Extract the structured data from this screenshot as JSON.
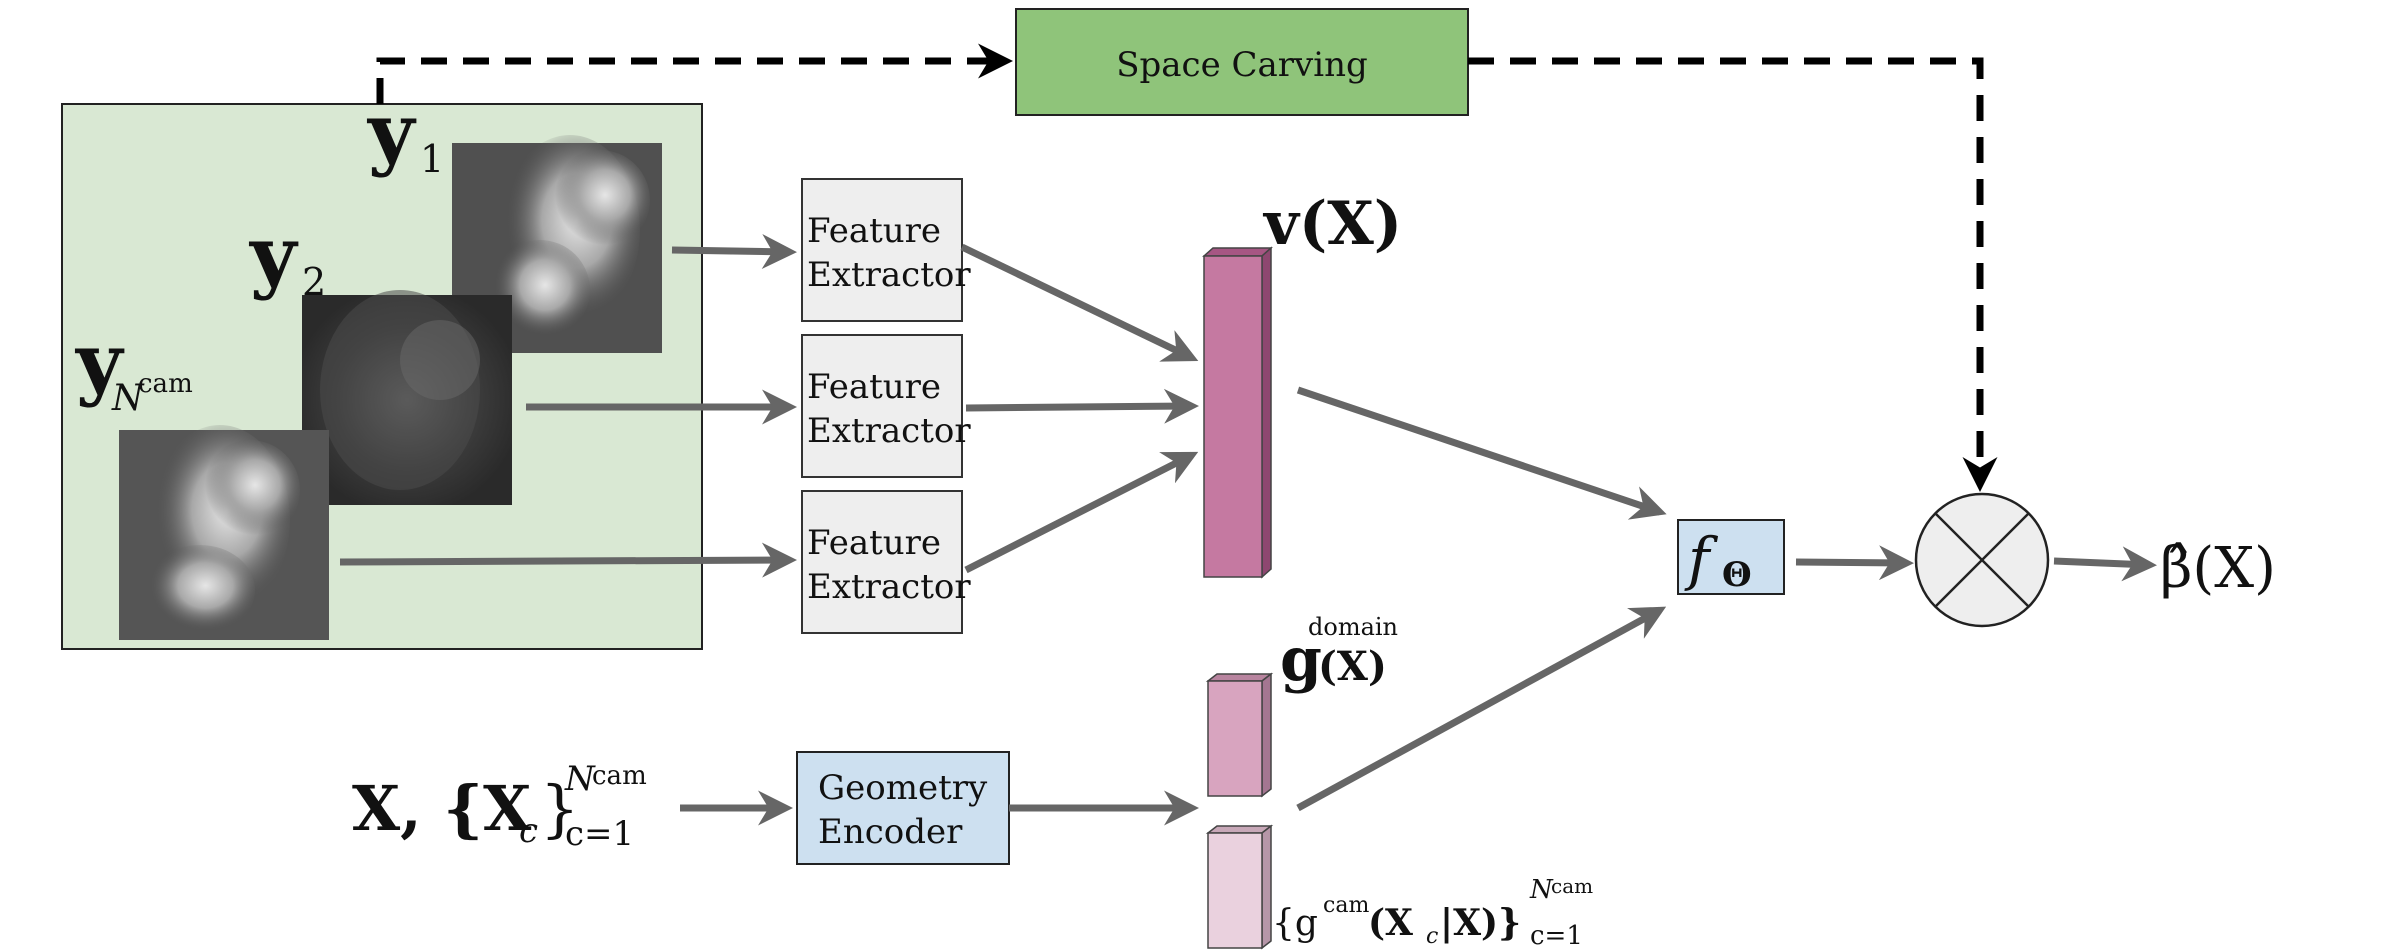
{
  "colors": {
    "input_panel_fill": "#d9e8d3",
    "space_carving_fill": "#8fc47a",
    "feature_box_fill": "#eeeeee",
    "geometry_box_fill": "#cde0f0",
    "f_box_fill": "#cde0f0",
    "v_bar_fill": "#c579a1",
    "g_domain_bar_fill": "#d8a4bf",
    "g_cam_bar_fill": "#ead1de",
    "arrow_color": "#666666",
    "dashed_color": "#000000"
  },
  "space_carving": {
    "label": "Space Carving"
  },
  "feature_extractors": [
    {
      "line1": "Feature",
      "line2": "Extractor"
    },
    {
      "line1": "Feature",
      "line2": "Extractor"
    },
    {
      "line1": "Feature",
      "line2": "Extractor"
    }
  ],
  "geometry_encoder": {
    "line1": "Geometry",
    "line2": "Encoder"
  },
  "inputs": {
    "y1": {
      "main": "y",
      "sub": "1"
    },
    "y2": {
      "main": "y",
      "sub": "2"
    },
    "yN": {
      "main": "y",
      "sub": "N",
      "sup": "cam"
    }
  },
  "geometry_input": {
    "lead": "X, {X",
    "sub_c": "c",
    "brace": "}",
    "sup": "N",
    "sup_cam": "cam",
    "lower": "c=1"
  },
  "v_label": "v(X)",
  "g_domain": {
    "main": "g",
    "sup": "domain",
    "arg": "(X)"
  },
  "g_cam": {
    "open": "{g",
    "sup": "cam",
    "arg": "(X",
    "sub_c": "c",
    "rest": "|X)}",
    "sup_N": "N",
    "sup_cam": "cam",
    "lower": "c=1"
  },
  "f_theta": {
    "main": "f",
    "sub": "Θ"
  },
  "output": {
    "main": "β̂(X)"
  }
}
